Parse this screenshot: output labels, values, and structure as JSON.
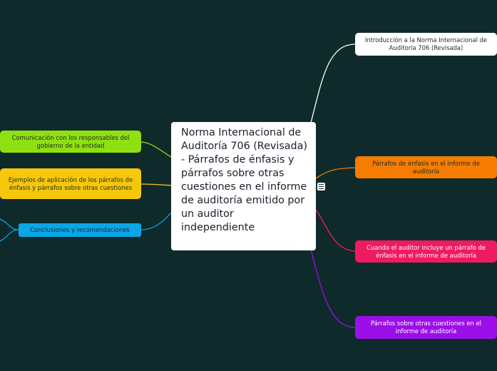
{
  "central_topic": "Norma Internacional de Auditoría 706 (Revisada) - Párrafos de énfasis y párrafos sobre otras cuestiones en el informe de auditoría emitido por un auditor independiente",
  "branches": [
    {
      "label": "Introducción a la Norma Internacional de Auditoría 706 (Revisada)",
      "color": "#ffffff",
      "text_color": "#1c2a2b"
    },
    {
      "label": "Párrafos de énfasis en el informe de auditoría",
      "color": "#f57c00",
      "text_color": "#1c2a2b"
    },
    {
      "label": "Cuando el auditor incluye un párrafo de énfasis en el informe de auditoría",
      "color": "#ee1b60",
      "text_color": "#ffffff"
    },
    {
      "label": "Párrafos sobre otras cuestiones en el informe de auditoría",
      "color": "#9b0fe8",
      "text_color": "#ffffff"
    },
    {
      "label": "Comunicación con los responsables del gobierno de la entidad",
      "color": "#8fe010",
      "text_color": "#1c2a2b"
    },
    {
      "label": "Ejemplos de aplicación de los párrafos de énfasis y párrafos sobre otras cuestiones",
      "color": "#f7c80a",
      "text_color": "#1c2a2b"
    },
    {
      "label": "Conclusiones y recomendaciones",
      "color": "#0aa6e8",
      "text_color": "#1c2a2b"
    }
  ],
  "icons": {
    "note": "note-icon"
  }
}
